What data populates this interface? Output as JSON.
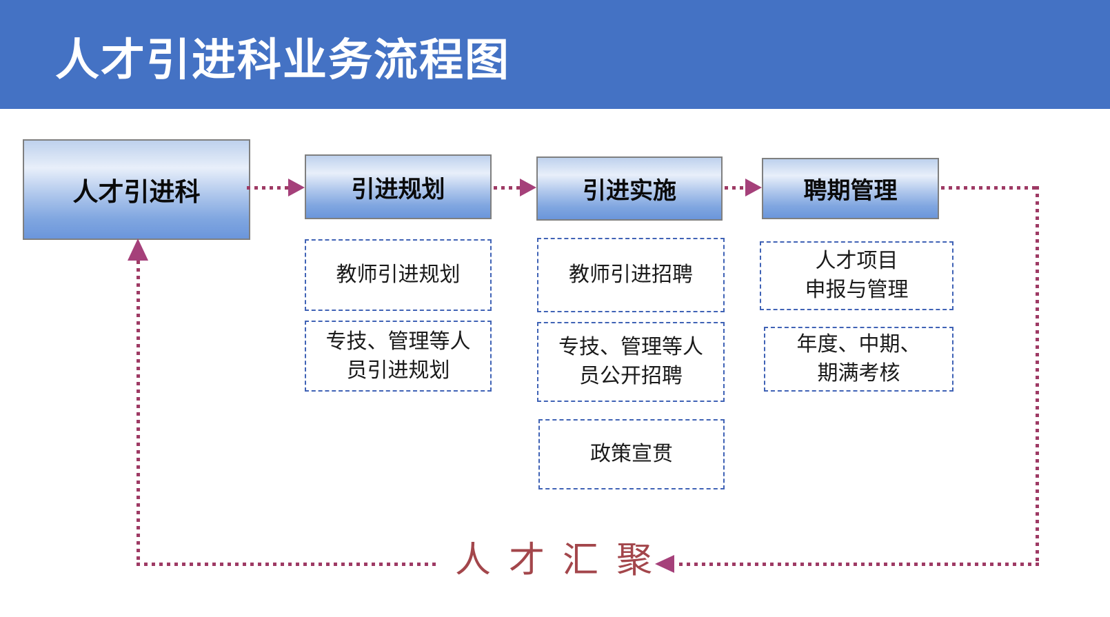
{
  "title": "人才引进科业务流程图",
  "flow": {
    "root": {
      "label": "人才引进科"
    },
    "stages": [
      {
        "label": "引进规划",
        "items": [
          {
            "label": "教师引进规划"
          },
          {
            "label": "专技、管理等人\n员引进规划"
          }
        ]
      },
      {
        "label": "引进实施",
        "items": [
          {
            "label": "教师引进招聘"
          },
          {
            "label": "专技、管理等人\n员公开招聘"
          },
          {
            "label": "政策宣贯"
          }
        ]
      },
      {
        "label": "聘期管理",
        "items": [
          {
            "label": "人才项目\n申报与管理"
          },
          {
            "label": "年度、中期、\n期满考核"
          }
        ]
      }
    ],
    "feedback_label": "人才汇聚"
  },
  "colors": {
    "header_bg": "#4472C4",
    "title_text": "#FFFFFF",
    "stage_border": "#7F7F7F",
    "stage_gradient_top": "#BED1ED",
    "stage_gradient_bottom": "#6B96DB",
    "item_border": "#3F62B5",
    "connector_dots": "#9E3A64",
    "arrowhead": "#A5407A",
    "feedback_text": "#A3464B"
  }
}
